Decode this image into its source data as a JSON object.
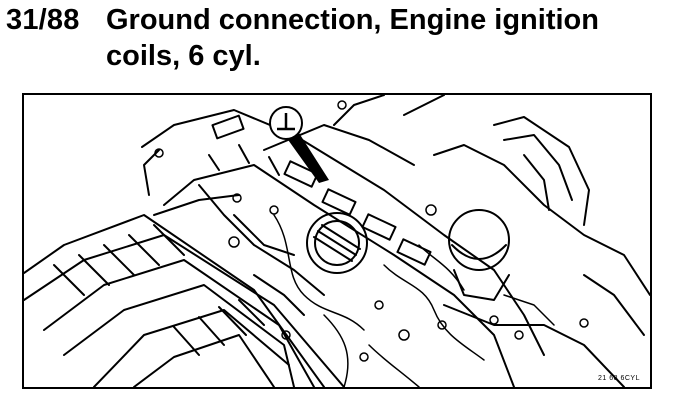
{
  "header": {
    "page_ref": "31/88",
    "title": "Ground connection, Engine ignition\ncoils, 6 cyl."
  },
  "figure": {
    "code": "21 68 6CYL",
    "callout_symbol": "⊥",
    "callout_icon": "ground-symbol-icon",
    "colors": {
      "line": "#000000",
      "fill": "#ffffff",
      "callout_fill": "#000000"
    }
  }
}
